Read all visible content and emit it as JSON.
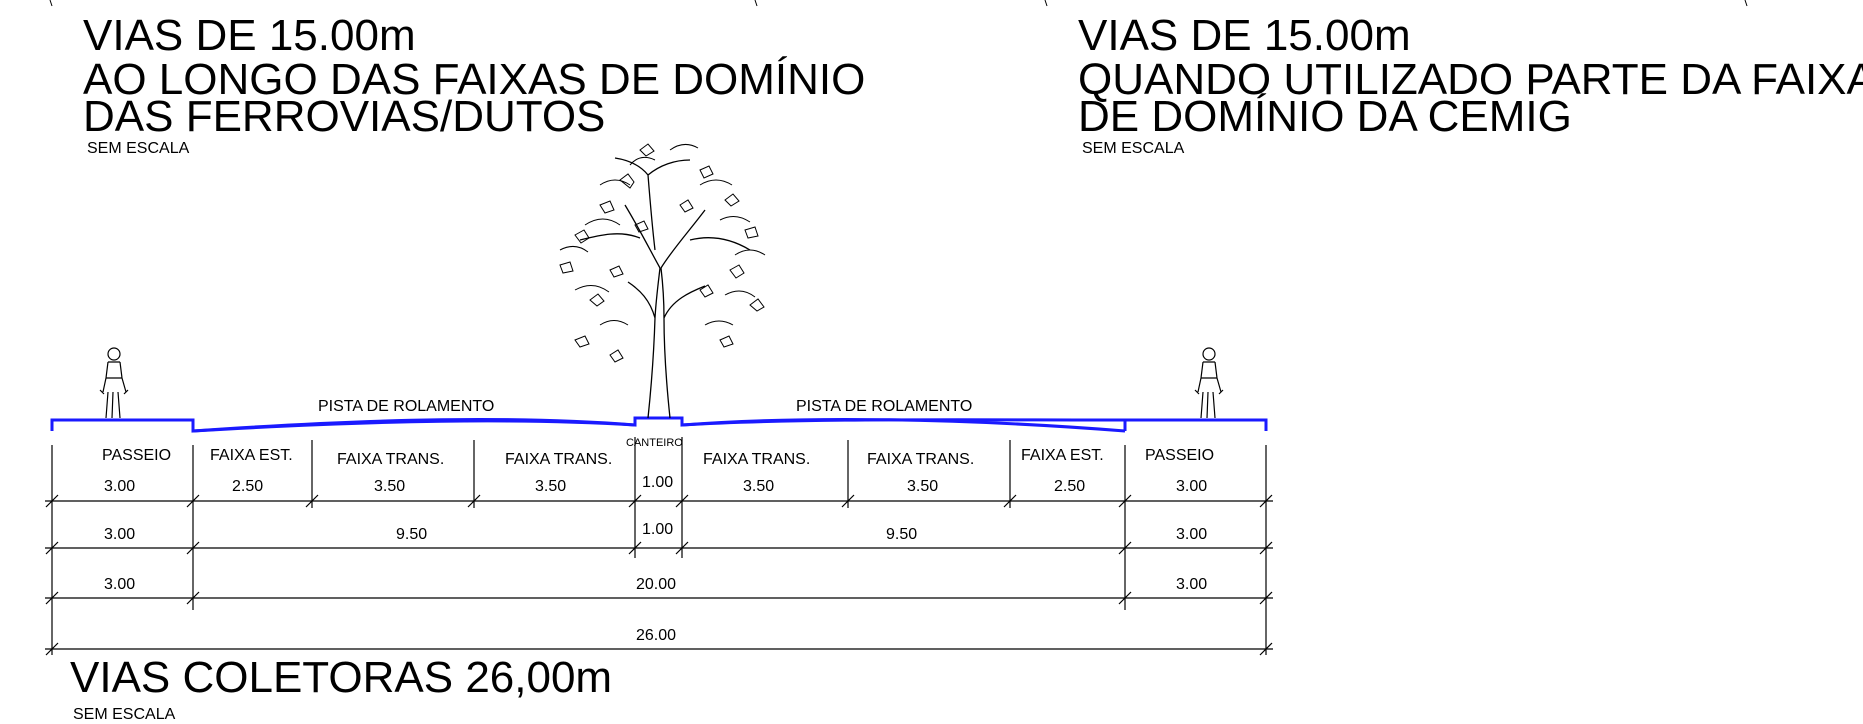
{
  "left_block": {
    "line1": "VIAS DE 15.00m",
    "line2": "AO LONGO DAS  FAIXAS DE DOMÍNIO",
    "line3": "DAS FERROVIAS/DUTOS",
    "scale": "SEM ESCALA"
  },
  "right_block": {
    "line1": "VIAS DE 15.00m",
    "line2": "QUANDO UTILIZADO PARTE DA  FAIXA",
    "line3": "DE DOMÍNIO DA CEMIG",
    "scale": "SEM ESCALA"
  },
  "bottom_block": {
    "title": "VIAS COLETORAS 26,00m",
    "scale": "SEM ESCALA"
  },
  "section": {
    "pista_left": "PISTA DE ROLAMENTO",
    "pista_right": "PISTA DE ROLAMENTO",
    "canteiro": "CANTEIRO",
    "lanes": [
      {
        "label": "PASSEIO",
        "value": "3.00"
      },
      {
        "label": "FAIXA EST.",
        "value": "2.50"
      },
      {
        "label": "FAIXA TRANS.",
        "value": "3.50"
      },
      {
        "label": "FAIXA TRANS.",
        "value": "3.50"
      },
      {
        "label": "",
        "value": "1.00"
      },
      {
        "label": "FAIXA TRANS.",
        "value": "3.50"
      },
      {
        "label": "FAIXA TRANS.",
        "value": "3.50"
      },
      {
        "label": "FAIXA EST.",
        "value": "2.50"
      },
      {
        "label": "PASSEIO",
        "value": "3.00"
      }
    ],
    "row2": [
      "3.00",
      "9.50",
      "1.00",
      "9.50",
      "3.00"
    ],
    "row3": [
      "3.00",
      "20.00",
      "3.00"
    ],
    "row4": [
      "26.00"
    ]
  },
  "colors": {
    "road_line": "#1a1aff",
    "ink": "#000000"
  }
}
